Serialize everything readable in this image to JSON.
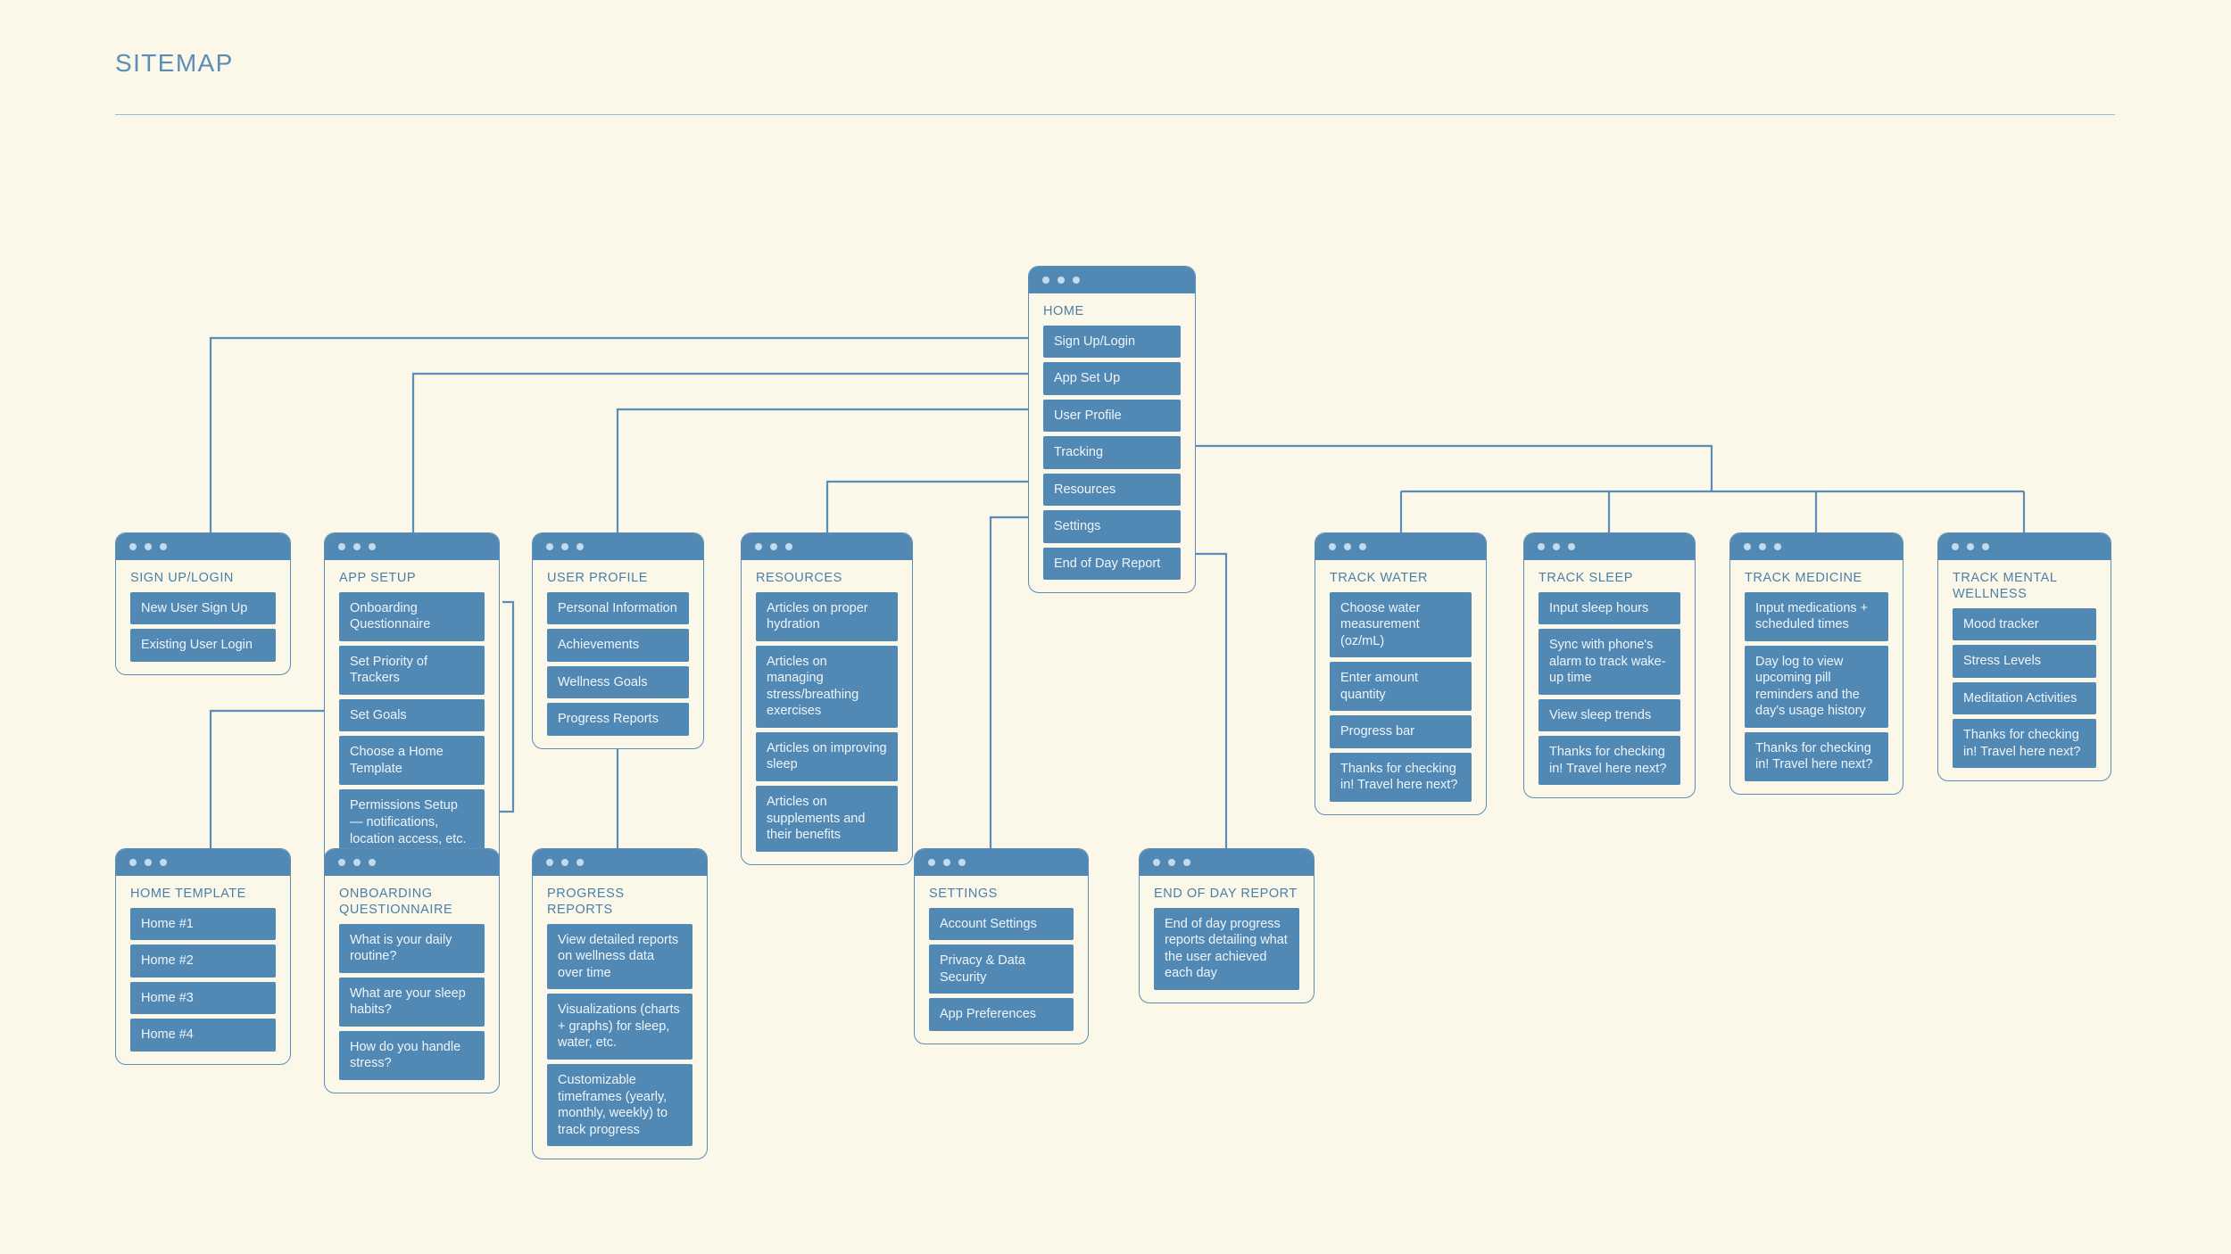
{
  "header": {
    "title": "SITEMAP"
  },
  "colors": {
    "background": "#fbf8e9",
    "accent": "#5288b4",
    "line": "#5b8db8",
    "label": "#4a7fa8",
    "item_text": "#eef6fb"
  },
  "cards": {
    "home": {
      "label": "HOME",
      "items": [
        "Sign Up/Login",
        "App Set Up",
        "User Profile",
        "Tracking",
        "Resources",
        "Settings",
        "End of Day Report"
      ]
    },
    "signup": {
      "label": "SIGN UP/LOGIN",
      "items": [
        "New User Sign Up",
        "Existing User Login"
      ]
    },
    "appsetup": {
      "label": "APP SETUP",
      "items": [
        "Onboarding Questionnaire",
        "Set Priority of Trackers",
        "Set Goals",
        "Choose a Home Template",
        "Permissions Setup — notifications, location access, etc."
      ]
    },
    "userprofile": {
      "label": "USER PROFILE",
      "items": [
        "Personal Information",
        "Achievements",
        "Wellness Goals",
        "Progress Reports"
      ]
    },
    "resources": {
      "label": "RESOURCES",
      "items": [
        "Articles on proper hydration",
        "Articles on managing stress/breathing exercises",
        "Articles on improving sleep",
        "Articles on supplements and their benefits"
      ]
    },
    "trackwater": {
      "label": "TRACK WATER",
      "items": [
        "Choose water measurement (oz/mL)",
        "Enter amount quantity",
        "Progress bar",
        "Thanks for checking in! Travel here next?"
      ]
    },
    "tracksleep": {
      "label": "TRACK SLEEP",
      "items": [
        "Input sleep hours",
        "Sync with phone's alarm to track wake-up time",
        "View sleep trends",
        "Thanks for checking in! Travel here next?"
      ]
    },
    "trackmedicine": {
      "label": "TRACK MEDICINE",
      "items": [
        "Input medications + scheduled times",
        "Day log to view upcoming pill reminders and the day's usage history",
        "Thanks for checking in! Travel here next?"
      ]
    },
    "trackmental": {
      "label": "TRACK MENTAL WELLNESS",
      "items": [
        "Mood tracker",
        "Stress Levels",
        "Meditation Activities",
        "Thanks for checking in! Travel here next?"
      ]
    },
    "hometemplate": {
      "label": "HOME TEMPLATE",
      "items": [
        "Home #1",
        "Home #2",
        "Home #3",
        "Home #4"
      ]
    },
    "onboarding": {
      "label": "ONBOARDING QUESTIONNAIRE",
      "items": [
        "What is your daily routine?",
        "What are your sleep habits?",
        "How do you handle stress?"
      ]
    },
    "progressreports": {
      "label": "PROGRESS REPORTS",
      "items": [
        "View detailed reports on wellness data over time",
        "Visualizations (charts + graphs) for sleep, water, etc.",
        "Customizable timeframes (yearly, monthly, weekly) to track progress"
      ]
    },
    "settings": {
      "label": "SETTINGS",
      "items": [
        "Account Settings",
        "Privacy & Data Security",
        "App Preferences"
      ]
    },
    "endofday": {
      "label": "END OF DAY REPORT",
      "items": [
        "End of day progress reports detailing what the user achieved each day"
      ]
    }
  }
}
